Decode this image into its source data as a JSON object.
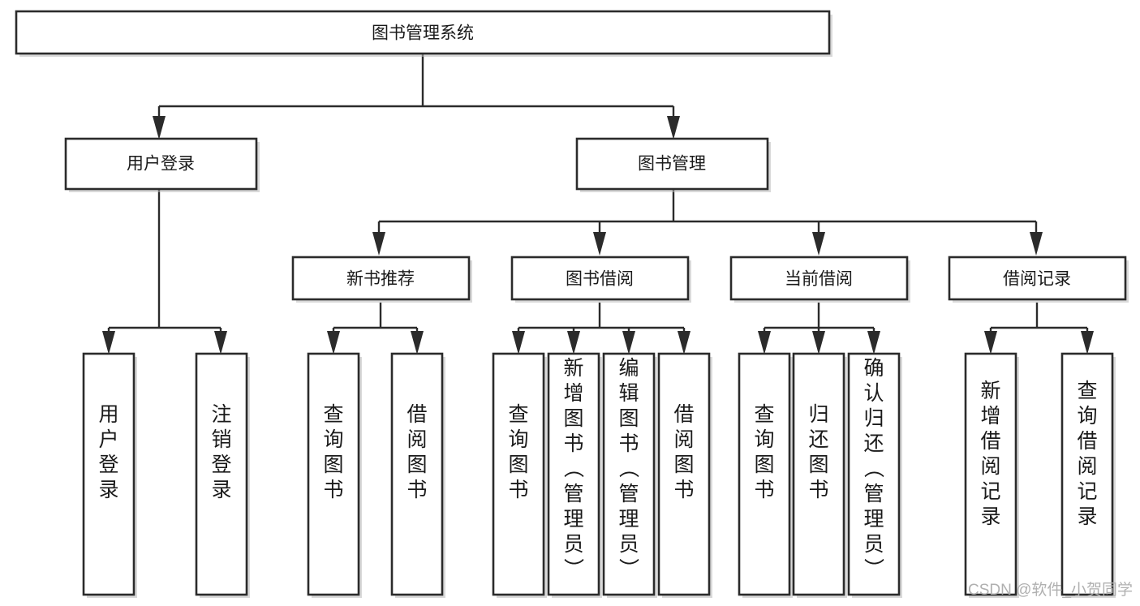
{
  "diagram": {
    "title": "图书管理系统",
    "type": "hierarchy-tree",
    "root": {
      "id": "root",
      "label": "图书管理系统"
    },
    "level2": [
      {
        "id": "user-login",
        "label": "用户登录"
      },
      {
        "id": "book-manage",
        "label": "图书管理"
      }
    ],
    "level3": [
      {
        "id": "new-book-rec",
        "label": "新书推荐",
        "parent": "book-manage"
      },
      {
        "id": "book-borrow",
        "label": "图书借阅",
        "parent": "book-manage"
      },
      {
        "id": "current-borrow",
        "label": "当前借阅",
        "parent": "book-manage"
      },
      {
        "id": "borrow-record",
        "label": "借阅记录",
        "parent": "book-manage"
      }
    ],
    "leaves": [
      {
        "id": "leaf-user-login",
        "label": "用户登录",
        "parent": "user-login"
      },
      {
        "id": "leaf-user-logout",
        "label": "注销登录",
        "parent": "user-login"
      },
      {
        "id": "leaf-query-book-1",
        "label": "查询图书",
        "parent": "new-book-rec"
      },
      {
        "id": "leaf-borrow-book-1",
        "label": "借阅图书",
        "parent": "new-book-rec"
      },
      {
        "id": "leaf-query-book-2",
        "label": "查询图书",
        "parent": "book-borrow"
      },
      {
        "id": "leaf-add-book",
        "label": "新增图书（管理员）",
        "parent": "book-borrow"
      },
      {
        "id": "leaf-edit-book",
        "label": "编辑图书（管理员）",
        "parent": "book-borrow"
      },
      {
        "id": "leaf-borrow-book-2",
        "label": "借阅图书",
        "parent": "book-borrow"
      },
      {
        "id": "leaf-query-book-3",
        "label": "查询图书",
        "parent": "current-borrow"
      },
      {
        "id": "leaf-return-book",
        "label": "归还图书",
        "parent": "current-borrow"
      },
      {
        "id": "leaf-confirm-return",
        "label": "确认归还（管理员）",
        "parent": "current-borrow"
      },
      {
        "id": "leaf-add-record",
        "label": "新增借阅记录",
        "parent": "borrow-record"
      },
      {
        "id": "leaf-query-record",
        "label": "查询借阅记录",
        "parent": "borrow-record"
      }
    ]
  },
  "watermark": {
    "text": "CSDN @软件_小贺同学"
  },
  "colors": {
    "box_stroke": "#2b2b2b",
    "box_fill": "#ffffff",
    "text": "#1a1a1a",
    "connector": "#2b2b2b",
    "watermark": "#b0b0b0",
    "background": "#ffffff"
  }
}
